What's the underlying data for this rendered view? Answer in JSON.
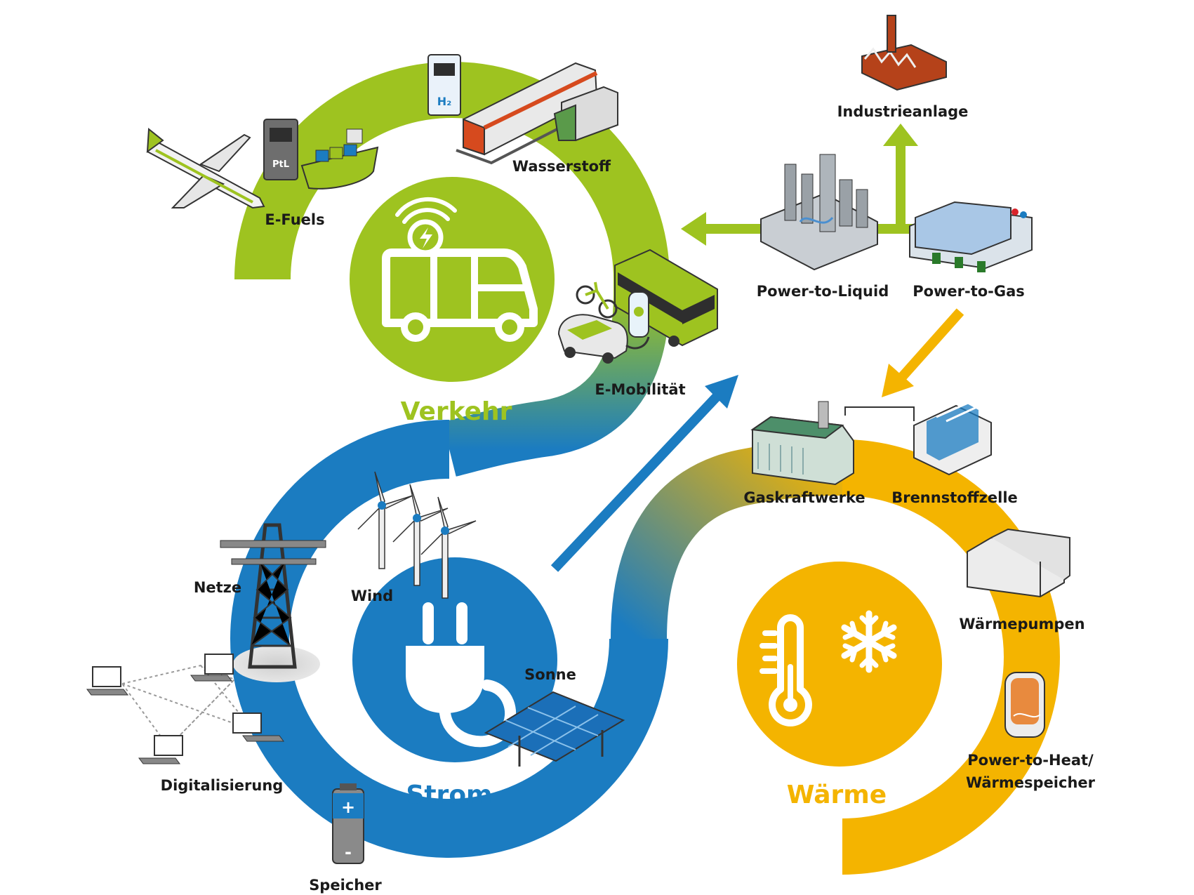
{
  "colors": {
    "verkehr": "#9ec320",
    "strom": "#1b7cc1",
    "waerme": "#f4b400",
    "text": "#1a1a1a"
  },
  "sectors": {
    "verkehr": "Verkehr",
    "strom": "Strom",
    "waerme": "Wärme"
  },
  "labels": {
    "e_fuels": "E-Fuels",
    "wasserstoff": "Wasserstoff",
    "e_mobilitaet": "E-Mobilität",
    "industrieanlage": "Industrieanlage",
    "power_to_liquid": "Power-to-Liquid",
    "power_to_gas": "Power-to-Gas",
    "gaskraftwerke": "Gaskraftwerke",
    "brennstoffzelle": "Brennstoffzelle",
    "waermepumpen": "Wärmepumpen",
    "power_to_heat_1": "Power-to-Heat/",
    "power_to_heat_2": "Wärmespeicher",
    "netze": "Netze",
    "wind": "Wind",
    "sonne": "Sonne",
    "digitalisierung": "Digitalisierung",
    "speicher": "Speicher",
    "ptl_pump": "PtL",
    "h2_pump": "H₂"
  },
  "icons": {
    "verkehr": "electric-bus-icon",
    "strom": "power-plug-icon",
    "waerme": "thermometer-snowflake-icon"
  }
}
